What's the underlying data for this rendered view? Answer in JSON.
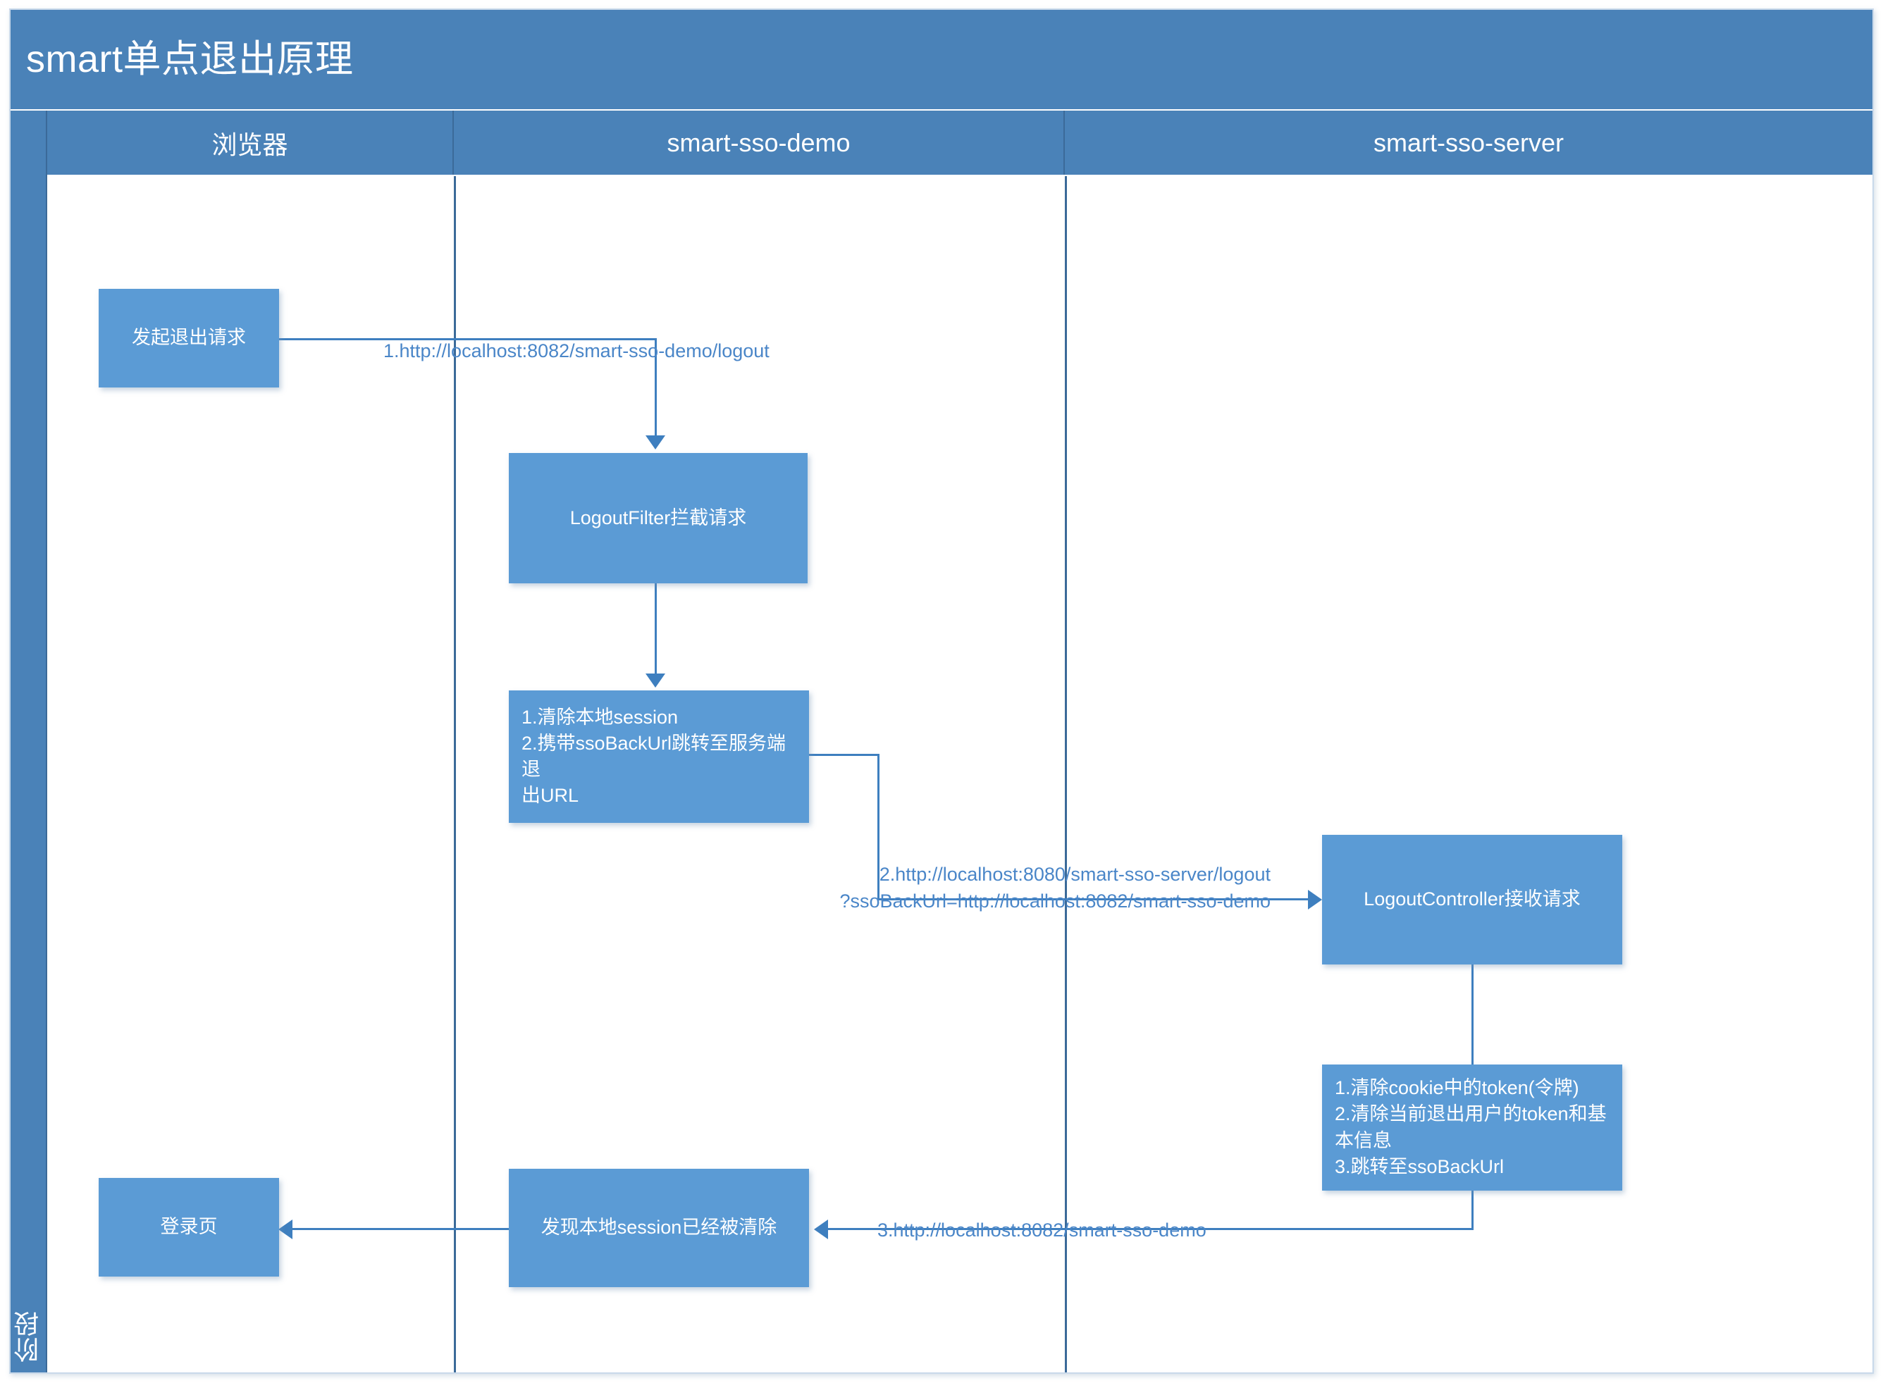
{
  "diagram": {
    "title": "smart单点退出原理",
    "phase_label": "阶段",
    "colors": {
      "header_band": "#4a82b8",
      "node_fill": "#5b9bd5",
      "connector": "#3e7fbf",
      "label_text": "#4a86c8",
      "lane_divider": "#3b6a99",
      "frame_border": "#c9d9ea"
    },
    "lanes": [
      {
        "label": "浏览器"
      },
      {
        "label": "smart-sso-demo"
      },
      {
        "label": "smart-sso-server"
      }
    ],
    "nodes": [
      {
        "id": "n1",
        "lane": "浏览器",
        "text": "发起退出请求"
      },
      {
        "id": "n2",
        "lane": "smart-sso-demo",
        "text": "LogoutFilter拦截请求"
      },
      {
        "id": "n3",
        "lane": "smart-sso-demo",
        "text": "1.清除本地session\n2.携带ssoBackUrl跳转至服务端退\n出URL"
      },
      {
        "id": "n4",
        "lane": "smart-sso-server",
        "text": "LogoutController接收请求"
      },
      {
        "id": "n5",
        "lane": "smart-sso-server",
        "text": "1.清除cookie中的token(令牌)\n2.清除当前退出用户的token和基\n本信息\n3.跳转至ssoBackUrl"
      },
      {
        "id": "n6",
        "lane": "smart-sso-demo",
        "text": "发现本地session已经被清除"
      },
      {
        "id": "n7",
        "lane": "浏览器",
        "text": "登录页"
      }
    ],
    "edges": [
      {
        "id": "e1",
        "from": "n1",
        "to": "n2",
        "label": "1.http://localhost:8082/smart-sso-demo/logout"
      },
      {
        "id": "e2",
        "from": "n2",
        "to": "n3",
        "label": ""
      },
      {
        "id": "e3",
        "from": "n3",
        "to": "n4",
        "label": "2.http://localhost:8080/smart-sso-server/logout\n?ssoBackUrl=http://localhost:8082/smart-sso-demo"
      },
      {
        "id": "e4",
        "from": "n4",
        "to": "n5",
        "label": ""
      },
      {
        "id": "e5",
        "from": "n5",
        "to": "n6",
        "label": "3.http://localhost:8082/smart-sso-demo"
      },
      {
        "id": "e6",
        "from": "n6",
        "to": "n7",
        "label": ""
      }
    ]
  }
}
